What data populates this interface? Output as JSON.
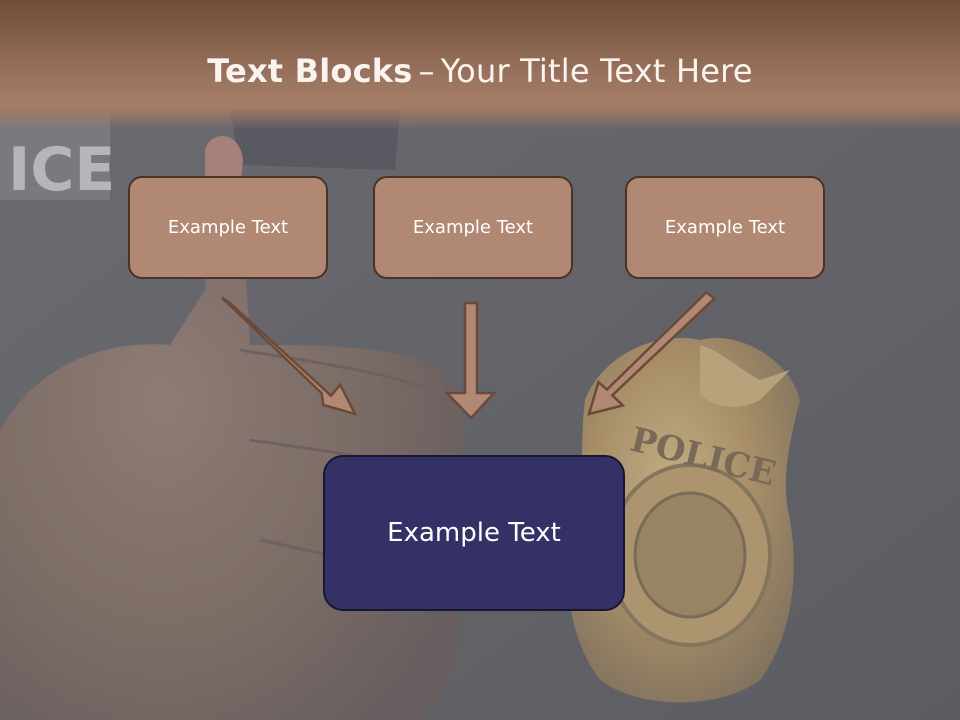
{
  "slide": {
    "title_bold": "Text Blocks",
    "title_separator": "–",
    "title_rest": "Your Title Text Here"
  },
  "blocks": {
    "top": [
      {
        "label": "Example Text"
      },
      {
        "label": "Example Text"
      },
      {
        "label": "Example Text"
      }
    ],
    "center": {
      "label": "Example Text"
    }
  },
  "background": {
    "badge_text": "POLICE",
    "sleeve_text": "ICE"
  },
  "colors": {
    "title_band": "#85604a",
    "top_box_fill": "#b08874",
    "top_box_border": "#4a3326",
    "center_box_fill": "#333165",
    "arrow_fill": "#b08874",
    "arrow_stroke": "#6b4a38"
  }
}
